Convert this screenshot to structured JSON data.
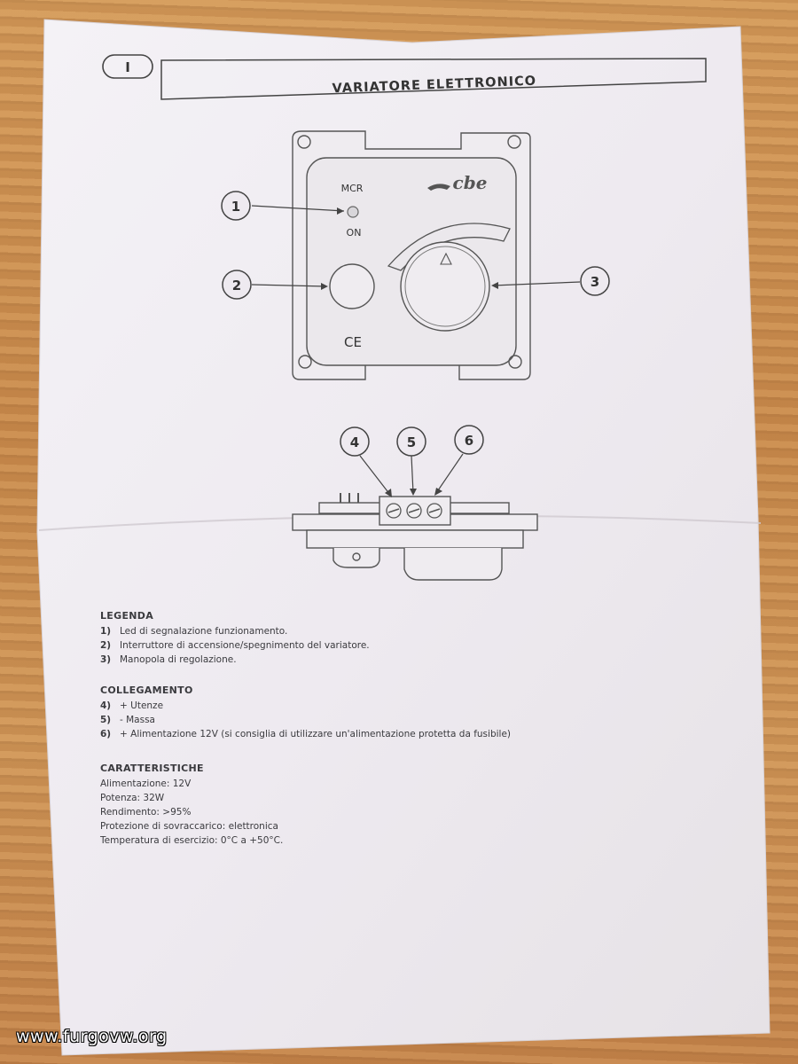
{
  "header": {
    "page_tag": "I",
    "title": "VARIATORE ELETTRONICO"
  },
  "device": {
    "led_label_top": "MCR",
    "led_label_bottom": "ON",
    "brand": "cbe",
    "ce_mark": "CE"
  },
  "callouts": [
    "1",
    "2",
    "3",
    "4",
    "5",
    "6"
  ],
  "legenda": {
    "title": "LEGENDA",
    "items": [
      {
        "num": "1)",
        "text": "Led di segnalazione funzionamento."
      },
      {
        "num": "2)",
        "text": "Interruttore di accensione/spegnimento del variatore."
      },
      {
        "num": "3)",
        "text": "Manopola di regolazione."
      }
    ]
  },
  "collegamento": {
    "title": "COLLEGAMENTO",
    "items": [
      {
        "num": "4)",
        "text": "+ Utenze"
      },
      {
        "num": "5)",
        "text": "-  Massa"
      },
      {
        "num": "6)",
        "text": "+ Alimentazione 12V (si consiglia di utilizzare un'alimentazione protetta da fusibile)"
      }
    ]
  },
  "caratteristiche": {
    "title": "CARATTERISTICHE",
    "items": [
      "Alimentazione: 12V",
      "Potenza: 32W",
      "Rendimento: >95%",
      "Protezione di sovraccarico: elettronica",
      "Temperatura di esercizio: 0°C a +50°C."
    ]
  },
  "watermark": "www.furgovw.org"
}
